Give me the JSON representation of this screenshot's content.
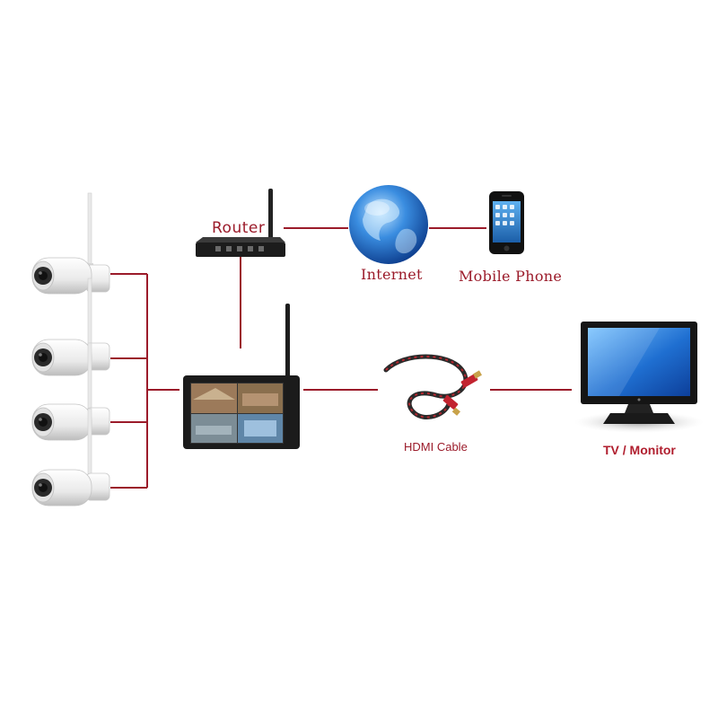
{
  "labels": {
    "router": "Router",
    "internet": "Internet",
    "mobile_phone": "Mobile Phone",
    "hdmi_cable": "HDMI Cable",
    "tv_monitor": "TV / Monitor"
  },
  "colors": {
    "connector_line": "#9b1b2a",
    "label_text": "#9b1b2a",
    "device_dark": "#1a1a1a",
    "camera_body": "#f2f2f2",
    "screen_blue": "#2b7fd0"
  },
  "icons": {
    "router": "router-icon",
    "globe": "globe-icon",
    "phone": "mobile-phone-icon",
    "nvr": "nvr-tablet-icon",
    "cable": "hdmi-cable-icon",
    "tv": "tv-monitor-icon",
    "camera": "wifi-bullet-camera-icon"
  }
}
